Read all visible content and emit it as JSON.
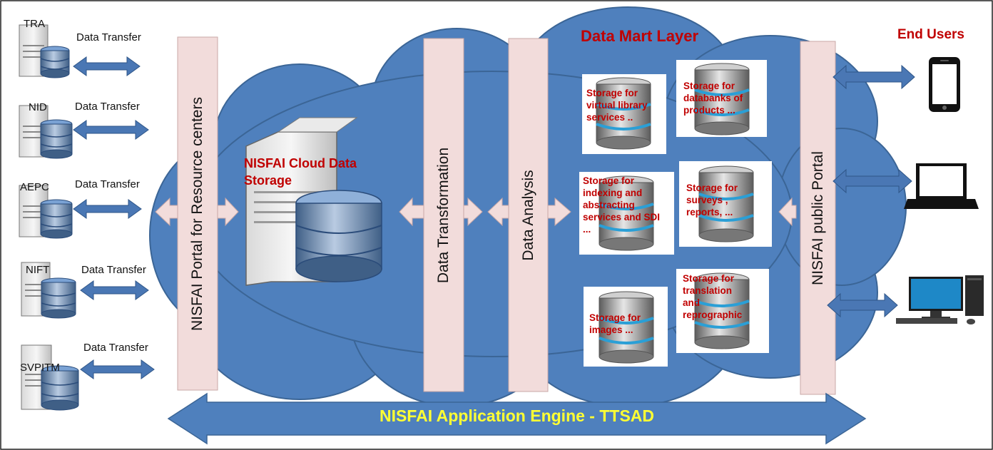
{
  "sources": [
    {
      "id": "tra",
      "label": "TRA",
      "transfer": "Data Transfer"
    },
    {
      "id": "nid",
      "label": "NID",
      "transfer": "Data  Transfer"
    },
    {
      "id": "aepc",
      "label": "AEPC",
      "transfer": "Data Transfer"
    },
    {
      "id": "nift",
      "label": "NIFT",
      "transfer": "Data Transfer"
    },
    {
      "id": "svpitm",
      "label": "SVPITM",
      "transfer": "Data Transfer"
    }
  ],
  "portal_resource": "NISFAI Portal for Resource centers",
  "cloud_storage": "NISFAI Cloud Data Storage",
  "transformation": "Data Transformation",
  "analysis": "Data Analysis",
  "data_mart": {
    "title": "Data Mart Layer",
    "stores": [
      {
        "id": "virtual-library",
        "label": "Storage for virtual library services .."
      },
      {
        "id": "databanks",
        "label": "Storage for databanks of products ..."
      },
      {
        "id": "indexing",
        "label": "Storage for indexing and abstracting services and SDI ..."
      },
      {
        "id": "surveys",
        "label": "Storage for surveys , reports, ..."
      },
      {
        "id": "images",
        "label": "Storage for images ..."
      },
      {
        "id": "translation",
        "label": "Storage for translation and reprographic"
      }
    ]
  },
  "public_portal": "NISFAI public Portal",
  "end_users": {
    "title": "End Users",
    "devices": [
      "smartphone-icon",
      "laptop-icon",
      "desktop-icon"
    ]
  },
  "engine": "NISFAI Application Engine - TTSAD",
  "colors": {
    "cloud": "#4f80bd",
    "cloud_edge": "#3b6596",
    "bar": "#f2dcdb",
    "title_red": "#c00000",
    "engine_text": "#ffff33"
  }
}
